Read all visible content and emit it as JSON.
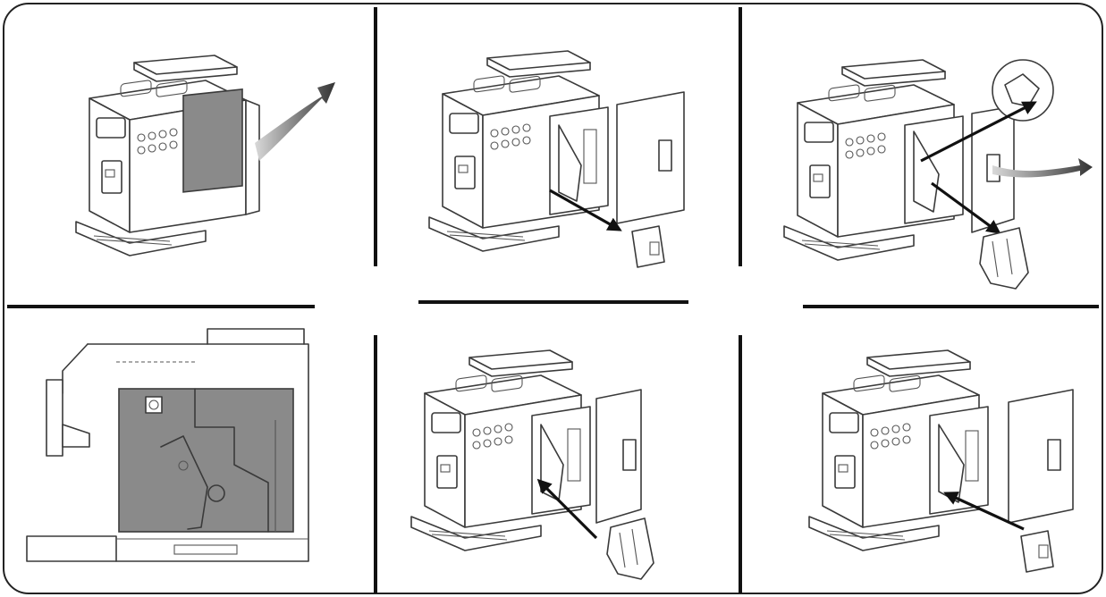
{
  "figure": {
    "panels": [
      {
        "id": 1,
        "step": "open-side-door"
      },
      {
        "id": 2,
        "step": "remove-drip-tray"
      },
      {
        "id": 3,
        "step": "remove-brewing-unit"
      },
      {
        "id": 4,
        "step": "inner-compartment-view"
      },
      {
        "id": 5,
        "step": "reinsert-brewing-unit"
      },
      {
        "id": 6,
        "step": "reinsert-drip-tray"
      }
    ],
    "colors": {
      "outline": "#3a3a3a",
      "divider": "#111111",
      "fill": "#8a8a8a",
      "arrow_gradient": [
        "#d9d9d9",
        "#333333"
      ]
    }
  }
}
